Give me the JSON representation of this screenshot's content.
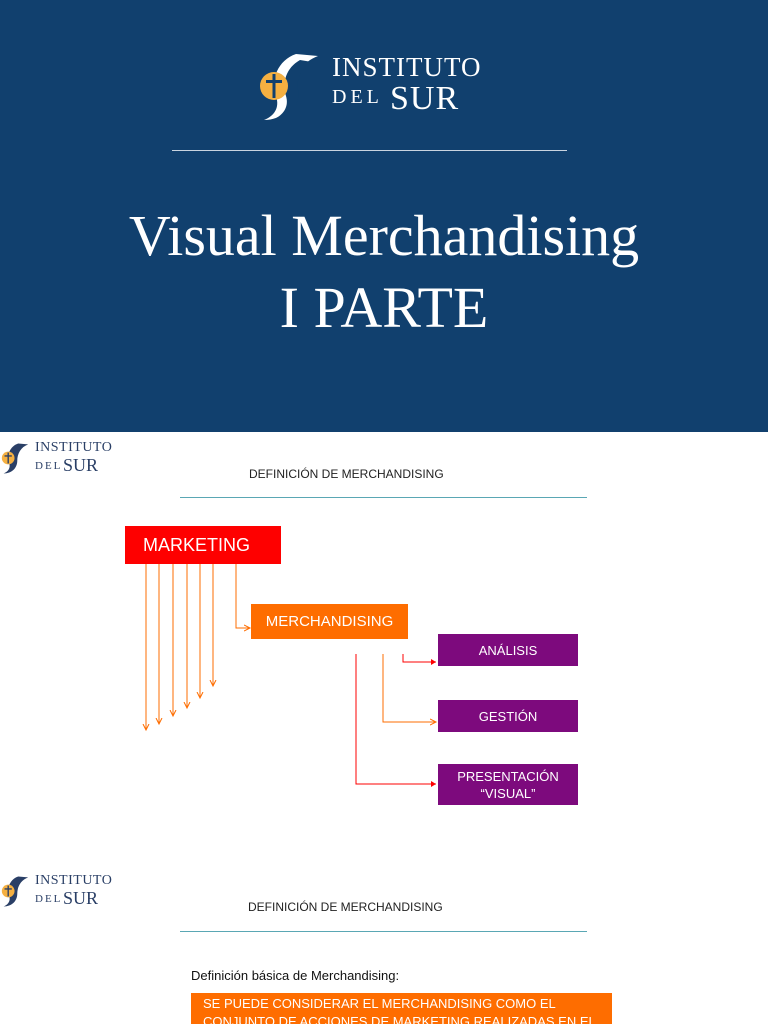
{
  "brand": {
    "line1": "INSTITUTO",
    "line2_small": "DEL",
    "line2_big": "SUR",
    "colors": {
      "navy": "#11406e",
      "gold": "#f5b041",
      "red": "#fe0000",
      "orange": "#fe6d00",
      "purple": "#7d0a7d",
      "teal": "#5aa7b4"
    }
  },
  "slide1": {
    "title_line1": "Visual Merchandising",
    "title_line2": "I PARTE"
  },
  "slide2": {
    "heading": "DEFINICIÓN DE MERCHANDISING",
    "marketing": "MARKETING",
    "merchandising": "MERCHANDISING",
    "analisis": "ANÁLISIS",
    "gestion": "GESTIÓN",
    "presentacion_line1": "PRESENTACIÓN",
    "presentacion_line2": "“VISUAL”"
  },
  "slide3": {
    "heading": "DEFINICIÓN DE MERCHANDISING",
    "intro": "Definición básica de Merchandising:",
    "definition_line1": "SE PUEDE CONSIDERAR EL MERCHANDISING COMO EL",
    "definition_line2": "CONJUNTO DE ACCIONES DE MARKETING REALIZADAS EN EL"
  }
}
